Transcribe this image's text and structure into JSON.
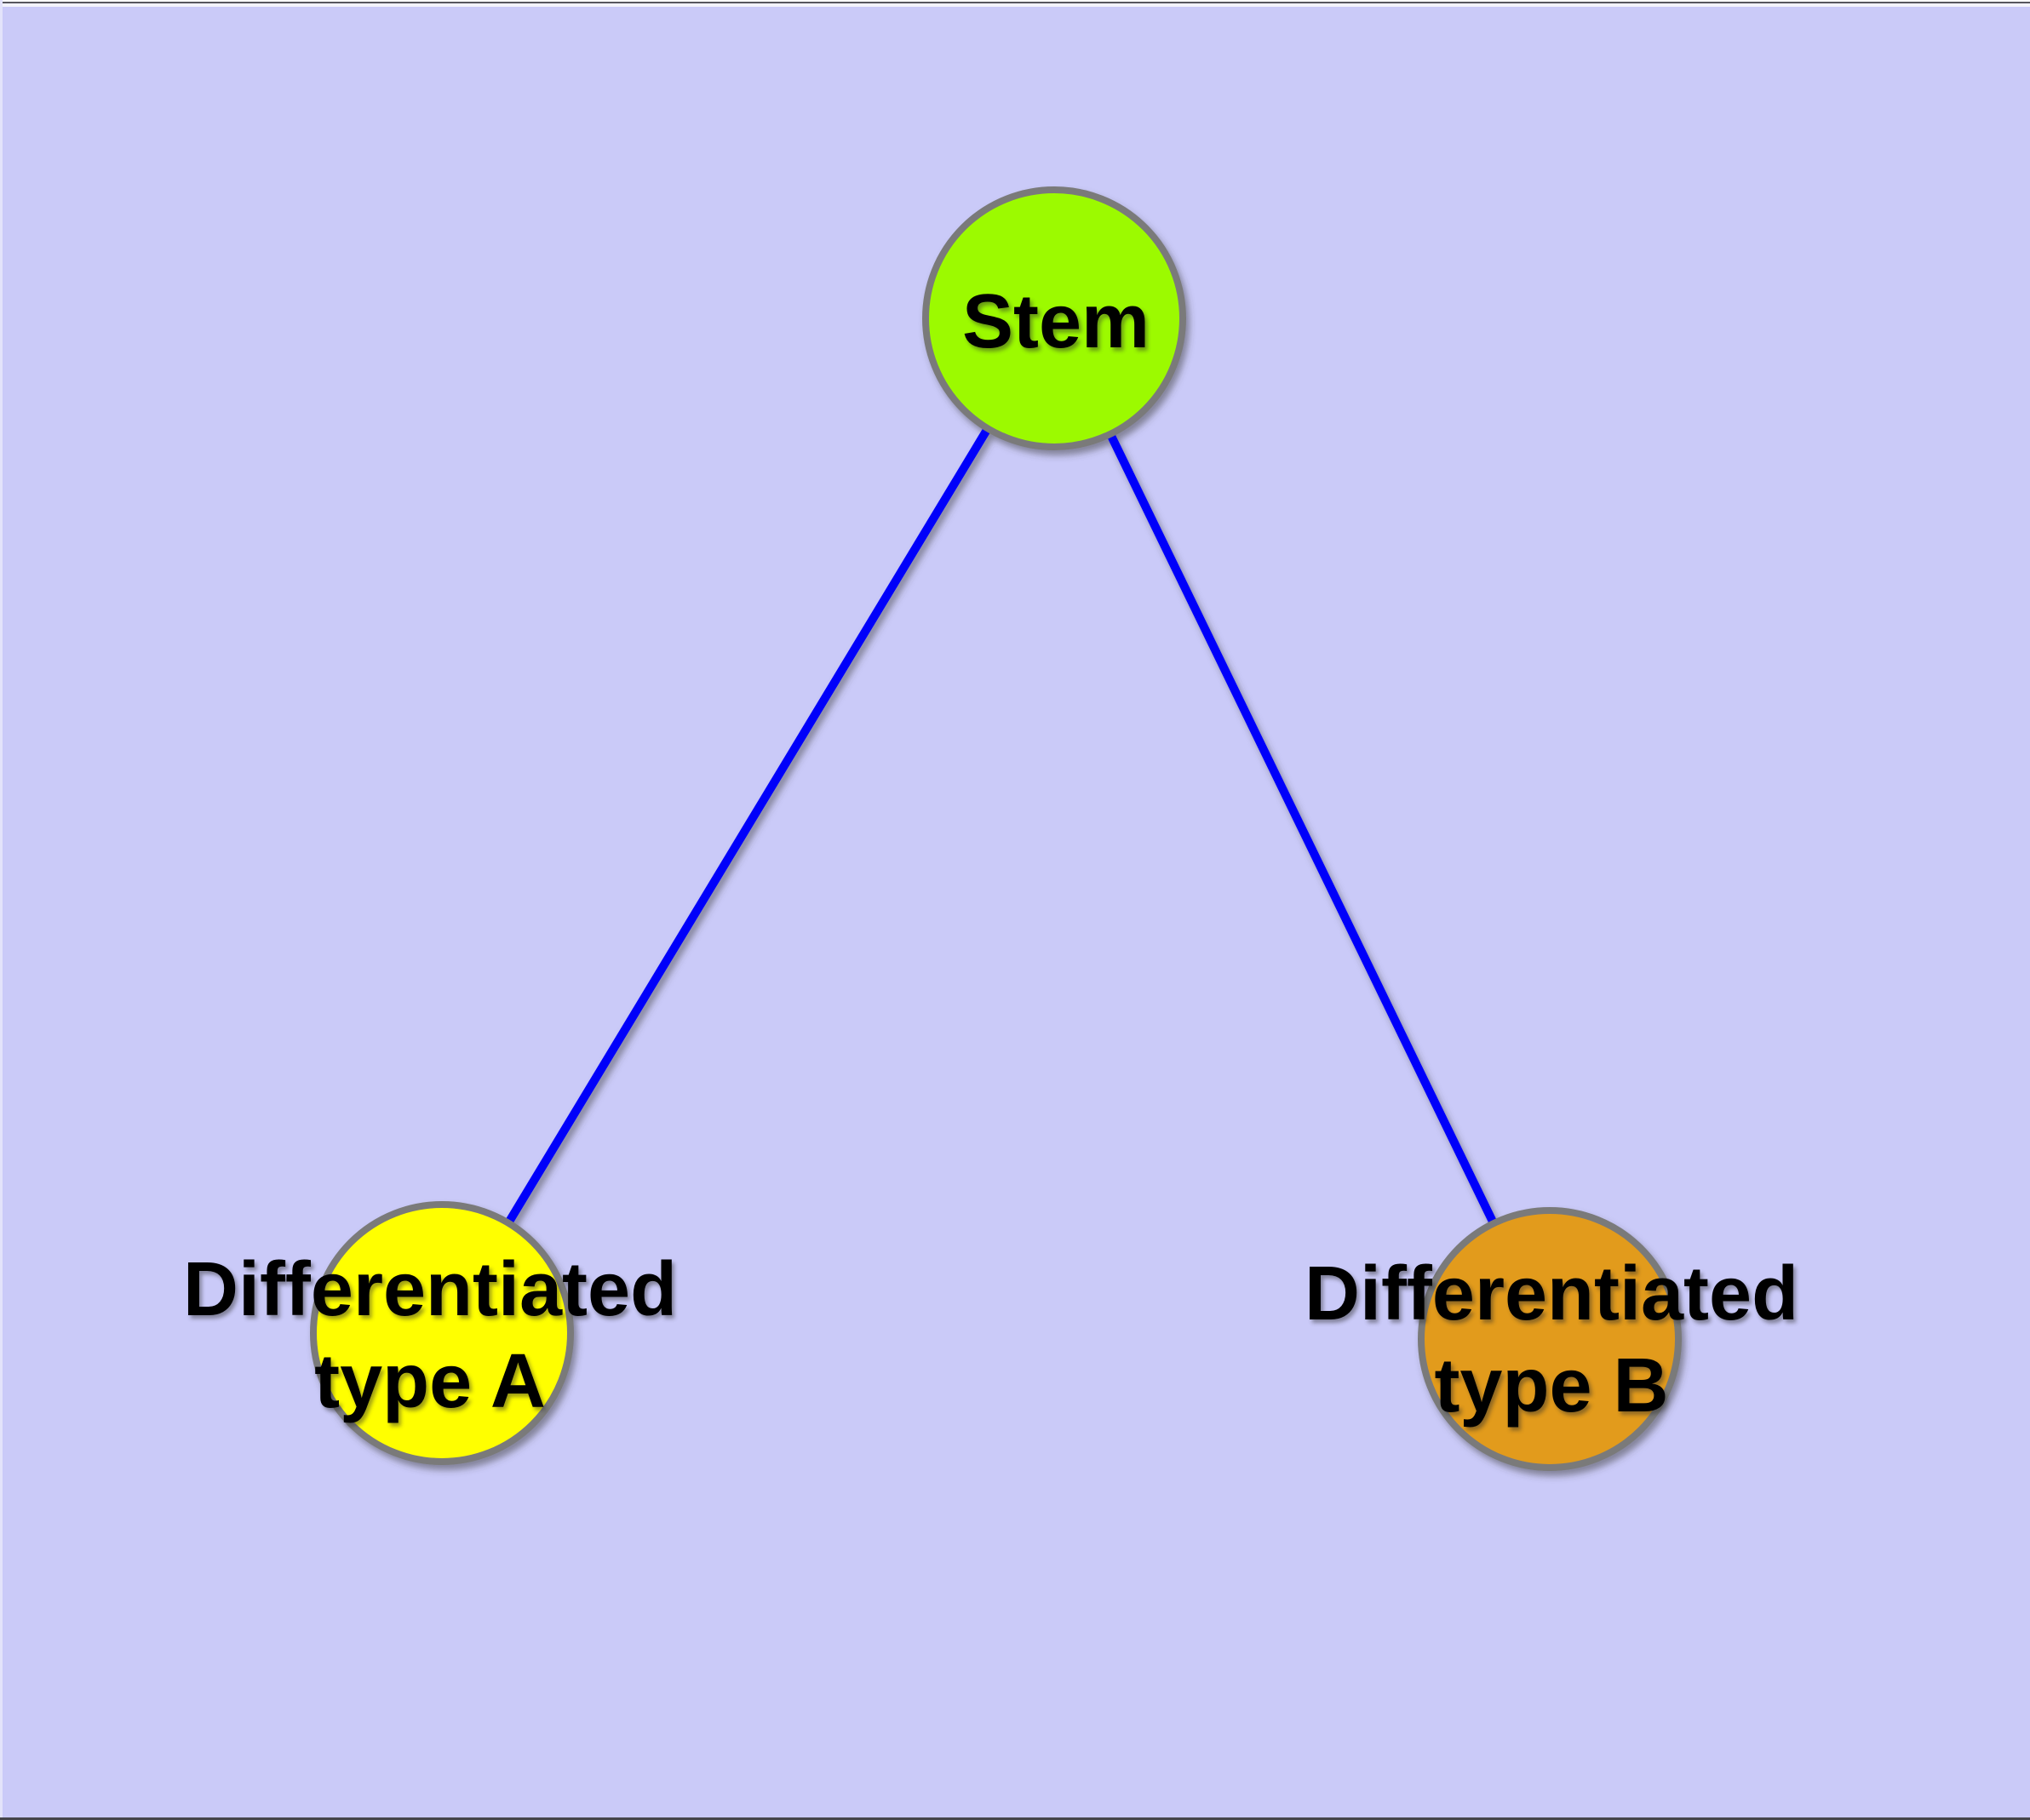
{
  "diagram": {
    "description": "Stem cell differentiation graph",
    "background_color": "#cacaf8",
    "edge_color": "#0404fa",
    "node_border_color": "#7a7a7a",
    "label_color": "#000000",
    "nodes": [
      {
        "id": "stem",
        "label": "Stem",
        "label_line2": "",
        "color": "#9cfa00"
      },
      {
        "id": "type-a",
        "label": "Differentiated",
        "label_line2": "type A",
        "color": "#ffff00"
      },
      {
        "id": "type-b",
        "label": "Differentiated",
        "label_line2": "type B",
        "color": "#e29b1e"
      }
    ],
    "edges": [
      {
        "from": "Stem",
        "to": "Differentiated type A"
      },
      {
        "from": "Stem",
        "to": "Differentiated type B"
      }
    ]
  }
}
